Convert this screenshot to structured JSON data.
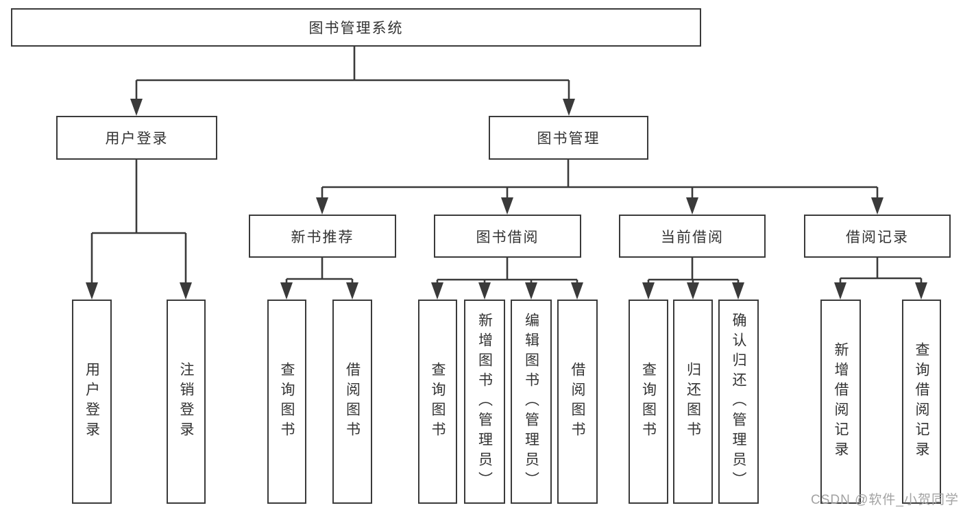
{
  "colors": {
    "line": "#3a3a3a",
    "text": "#333333",
    "bg": "#ffffff",
    "watermark": "#a3a3a3"
  },
  "tree": {
    "label": "图书管理系统",
    "children": [
      {
        "label": "用户登录",
        "children": [
          {
            "label": "用户登录"
          },
          {
            "label": "注销登录"
          }
        ]
      },
      {
        "label": "图书管理",
        "children": [
          {
            "label": "新书推荐",
            "children": [
              {
                "label": "查询图书"
              },
              {
                "label": "借阅图书"
              }
            ]
          },
          {
            "label": "图书借阅",
            "children": [
              {
                "label": "查询图书"
              },
              {
                "label": "新增图书（管理员）"
              },
              {
                "label": "编辑图书（管理员）"
              },
              {
                "label": "借阅图书"
              }
            ]
          },
          {
            "label": "当前借阅",
            "children": [
              {
                "label": "查询图书"
              },
              {
                "label": "归还图书"
              },
              {
                "label": "确认归还（管理员）"
              }
            ]
          },
          {
            "label": "借阅记录",
            "children": [
              {
                "label": "新增借阅记录"
              },
              {
                "label": "查询借阅记录"
              }
            ]
          }
        ]
      }
    ]
  },
  "watermark": {
    "text": "CSDN @软件_小贺同学"
  }
}
